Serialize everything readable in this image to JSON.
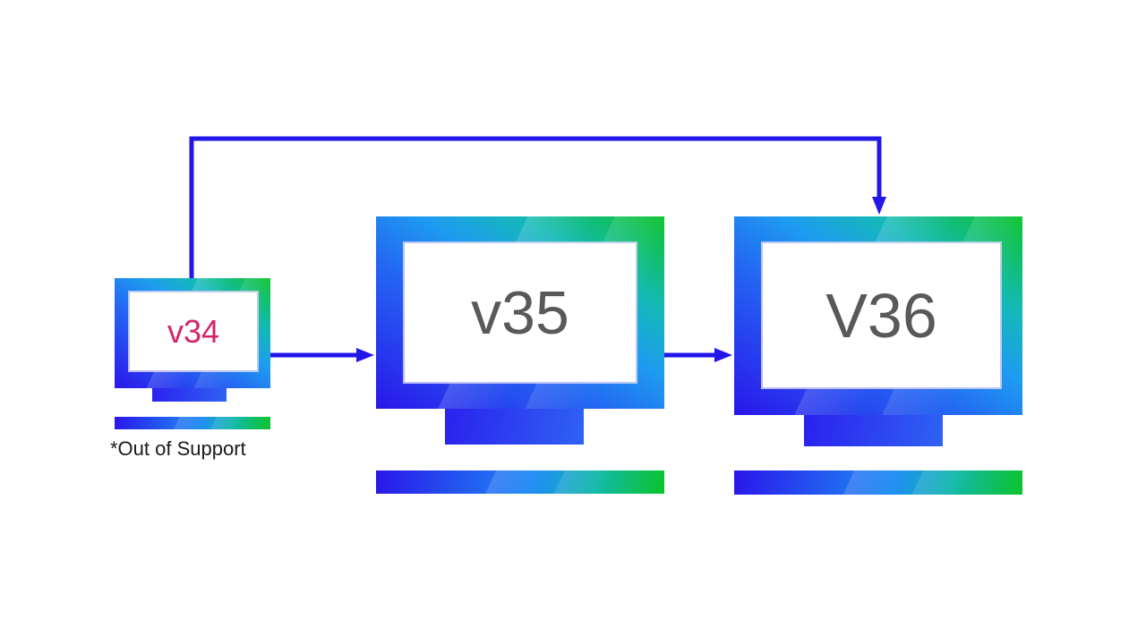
{
  "diagram": {
    "type": "version-upgrade-flow",
    "nodes": [
      {
        "id": "v34",
        "label": "v34",
        "status": "out-of-support",
        "note": "*Out of Support"
      },
      {
        "id": "v35",
        "label": "v35",
        "status": "supported"
      },
      {
        "id": "v36",
        "label": "V36",
        "status": "supported"
      }
    ],
    "edges": [
      {
        "from": "v34",
        "to": "v35",
        "route": "direct"
      },
      {
        "from": "v35",
        "to": "v36",
        "route": "direct"
      },
      {
        "from": "v34",
        "to": "v36",
        "route": "top-skip"
      }
    ],
    "colors": {
      "background": "#ffffff",
      "arrow": "#2217e8",
      "out_of_support_label": "#d4246a",
      "version_label": "#58595b",
      "note_text": "#1a1a1a",
      "monitor_gradient": [
        "#2a16ea",
        "#2465f2",
        "#1e9bf0",
        "#14b9b8",
        "#0cc32c"
      ]
    }
  }
}
